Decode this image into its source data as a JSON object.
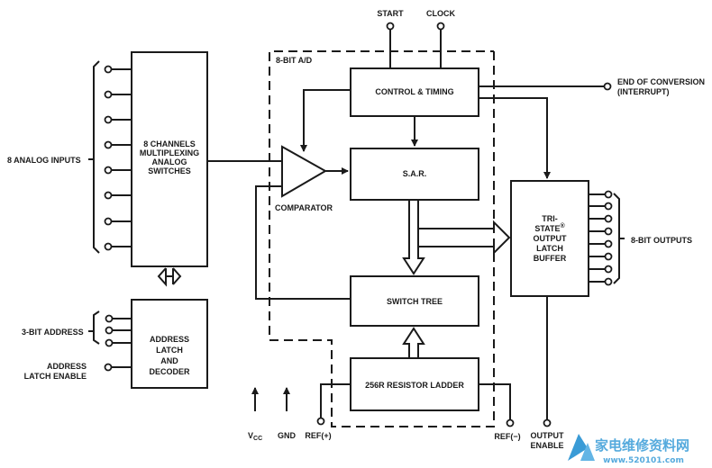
{
  "blocks": {
    "mux_line1": "8 CHANNELS",
    "mux_line2": "MULTIPLEXING",
    "mux_line3": "ANALOG",
    "mux_line4": "SWITCHES",
    "addr_line1": "ADDRESS",
    "addr_line2": "LATCH",
    "addr_line3": "AND",
    "addr_line4": "DECODER",
    "control": "CONTROL & TIMING",
    "sar": "S.A.R.",
    "switch_tree": "SWITCH TREE",
    "ladder": "256R RESISTOR LADDER",
    "buf_line1": "TRI-",
    "buf_line2": "STATE",
    "buf_line2_mark": "®",
    "buf_line3": "OUTPUT",
    "buf_line4": "LATCH",
    "buf_line5": "BUFFER",
    "comparator": "COMPARATOR",
    "adc_group": "8-BIT A/D"
  },
  "labels": {
    "analog_inputs": "8 ANALOG INPUTS",
    "address_3bit": "3-BIT ADDRESS",
    "address_latch_enable_1": "ADDRESS",
    "address_latch_enable_2": "LATCH ENABLE",
    "start": "START",
    "clock": "CLOCK",
    "eoc_1": "END OF CONVERSION",
    "eoc_2": "(INTERRUPT)",
    "outputs_8bit": "8-BIT OUTPUTS",
    "vcc_main": "V",
    "vcc_sub": "CC",
    "gnd": "GND",
    "ref_plus": "REF(+)",
    "ref_minus": "REF(−)",
    "output_enable_1": "OUTPUT",
    "output_enable_2": "ENABLE"
  },
  "watermark": {
    "chars": "家电维修资料网",
    "url": "www.520101.com"
  }
}
